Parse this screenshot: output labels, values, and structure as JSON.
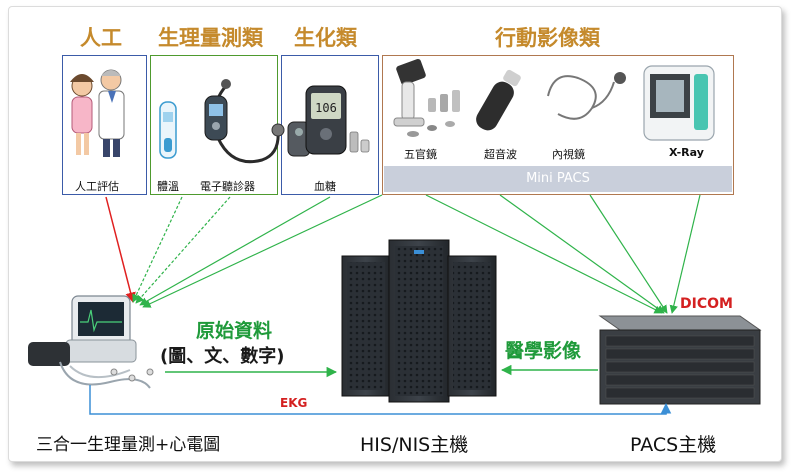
{
  "categories": {
    "manual": "人工",
    "physiological": "生理量測類",
    "biochemical": "生化類",
    "mobile_imaging": "行動影像類"
  },
  "devices": {
    "manual_assessment": "人工評估",
    "thermometer": "體溫",
    "stethoscope": "電子聽診器",
    "glucose": "血糖",
    "otoscope": "五官鏡",
    "ultrasound": "超音波",
    "endoscope": "內視鏡",
    "xray": "X-Ray",
    "glucose_reading": "106"
  },
  "mini_pacs": "Mini PACS",
  "flows": {
    "raw_data_line1": "原始資料",
    "raw_data_line2": "(圖、文、數字)",
    "medical_image": "醫學影像",
    "dicom": "DICOM",
    "ekg": "EKG"
  },
  "hosts": {
    "monitor": "三合一生理量測+心電圖",
    "his_nis": "HIS/NIS主機",
    "pacs": "PACS主機"
  },
  "colors": {
    "category_title": "#c58a2c",
    "green_arrow": "#2fb34a",
    "red_arrow": "#e02020",
    "blue_arrow": "#3b8fd6",
    "box_blue": "#3b5ba8",
    "box_green": "#4e9a2e",
    "box_brown": "#b07850"
  }
}
